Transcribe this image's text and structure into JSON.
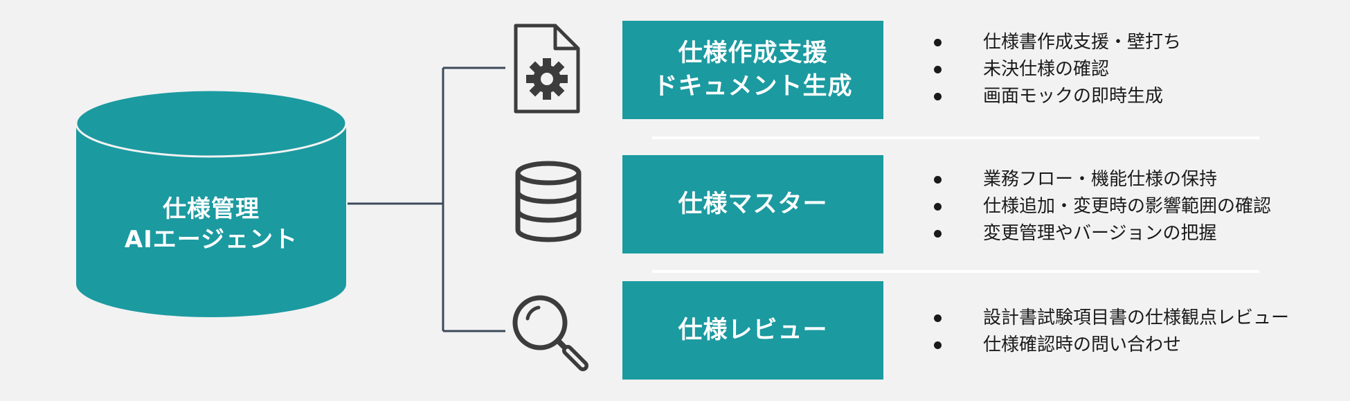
{
  "colors": {
    "accent": "#1b9aa0",
    "connector": "#3c4a5a",
    "icon": "#3c3c3c",
    "background": "#f2f2f2",
    "divider": "#ffffff"
  },
  "hub": {
    "line1": "仕様管理",
    "line2": "AIエージェント"
  },
  "features": [
    {
      "icon": "document-gear-icon",
      "title_line1": "仕様作成支援",
      "title_line2": "ドキュメント生成",
      "bullets": [
        "仕様書作成支援・壁打ち",
        "未決仕様の確認",
        "画面モックの即時生成"
      ]
    },
    {
      "icon": "database-icon",
      "title_line1": "仕様マスター",
      "title_line2": "",
      "bullets": [
        "業務フロー・機能仕様の保持",
        "仕様追加・変更時の影響範囲の確認",
        "変更管理やバージョンの把握"
      ]
    },
    {
      "icon": "magnifier-icon",
      "title_line1": "仕様レビュー",
      "title_line2": "",
      "bullets": [
        "設計書試験項目書の仕様観点レビュー",
        "仕様確認時の問い合わせ"
      ]
    }
  ]
}
